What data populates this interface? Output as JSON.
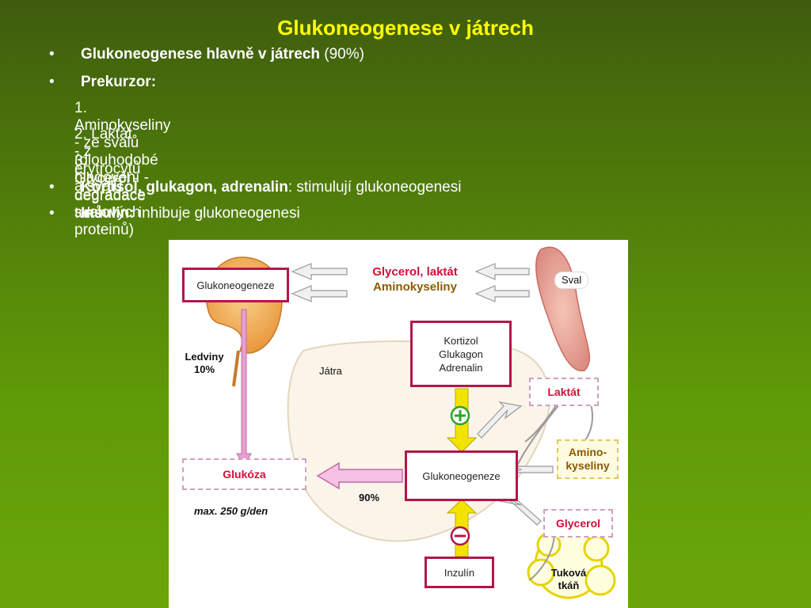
{
  "slide": {
    "title": "Glukoneogenese v játrech",
    "bullets": [
      {
        "bold": "Glukoneogenese hlavně v játrech",
        "normal": " (90%)"
      },
      {
        "bold": "Prekurzor:",
        "normal": ""
      },
      {
        "bold": "Kortisol, glukagon, adrenalin",
        "normal": ": stimulují glukoneogenesi"
      },
      {
        "bold": "Insulin:",
        "normal": " inhibuje glukoneogenesi"
      }
    ],
    "numbered": [
      "1. Aminokyseliny - ze svalů (dlouhodobé hladovění - degradace svalových proteinů)",
      "2. Laktát - z erytrocytů a svalů",
      "3. Glycerol - degradace tuků"
    ],
    "bullet_symbol": "•"
  },
  "figure": {
    "kidney_box": "Glukoneogeneze",
    "precursors_red": "Glycerol, laktát",
    "precursors_dark": "Aminokyseliny",
    "sval": "Sval",
    "ledviny": "Ledviny",
    "ledviny_pct": "10%",
    "jatra": "Játra",
    "hormones": [
      "Kortizol",
      "Glukagon",
      "Adrenalin"
    ],
    "plus": "+",
    "minus": "−",
    "laktat": "Laktát",
    "amino": [
      "Amino-",
      "kyseliny"
    ],
    "glycerol": "Glycerol",
    "liver_box": "Glukoneogeneze",
    "glukoza": "Glukóza",
    "liver_pct": "90%",
    "max": "max. 250 g/den",
    "inzulin": "Inzulín",
    "tukova": [
      "Tuková",
      "tkáň"
    ]
  },
  "colors": {
    "title": "#ffff00",
    "box_border": "#b3154a",
    "red_text": "#d0103a",
    "amino_text": "#8a5a00",
    "arrow_pink": "#e6a0d0",
    "arrow_yellow": "#f2e400",
    "kidney": "#f4b36a"
  }
}
